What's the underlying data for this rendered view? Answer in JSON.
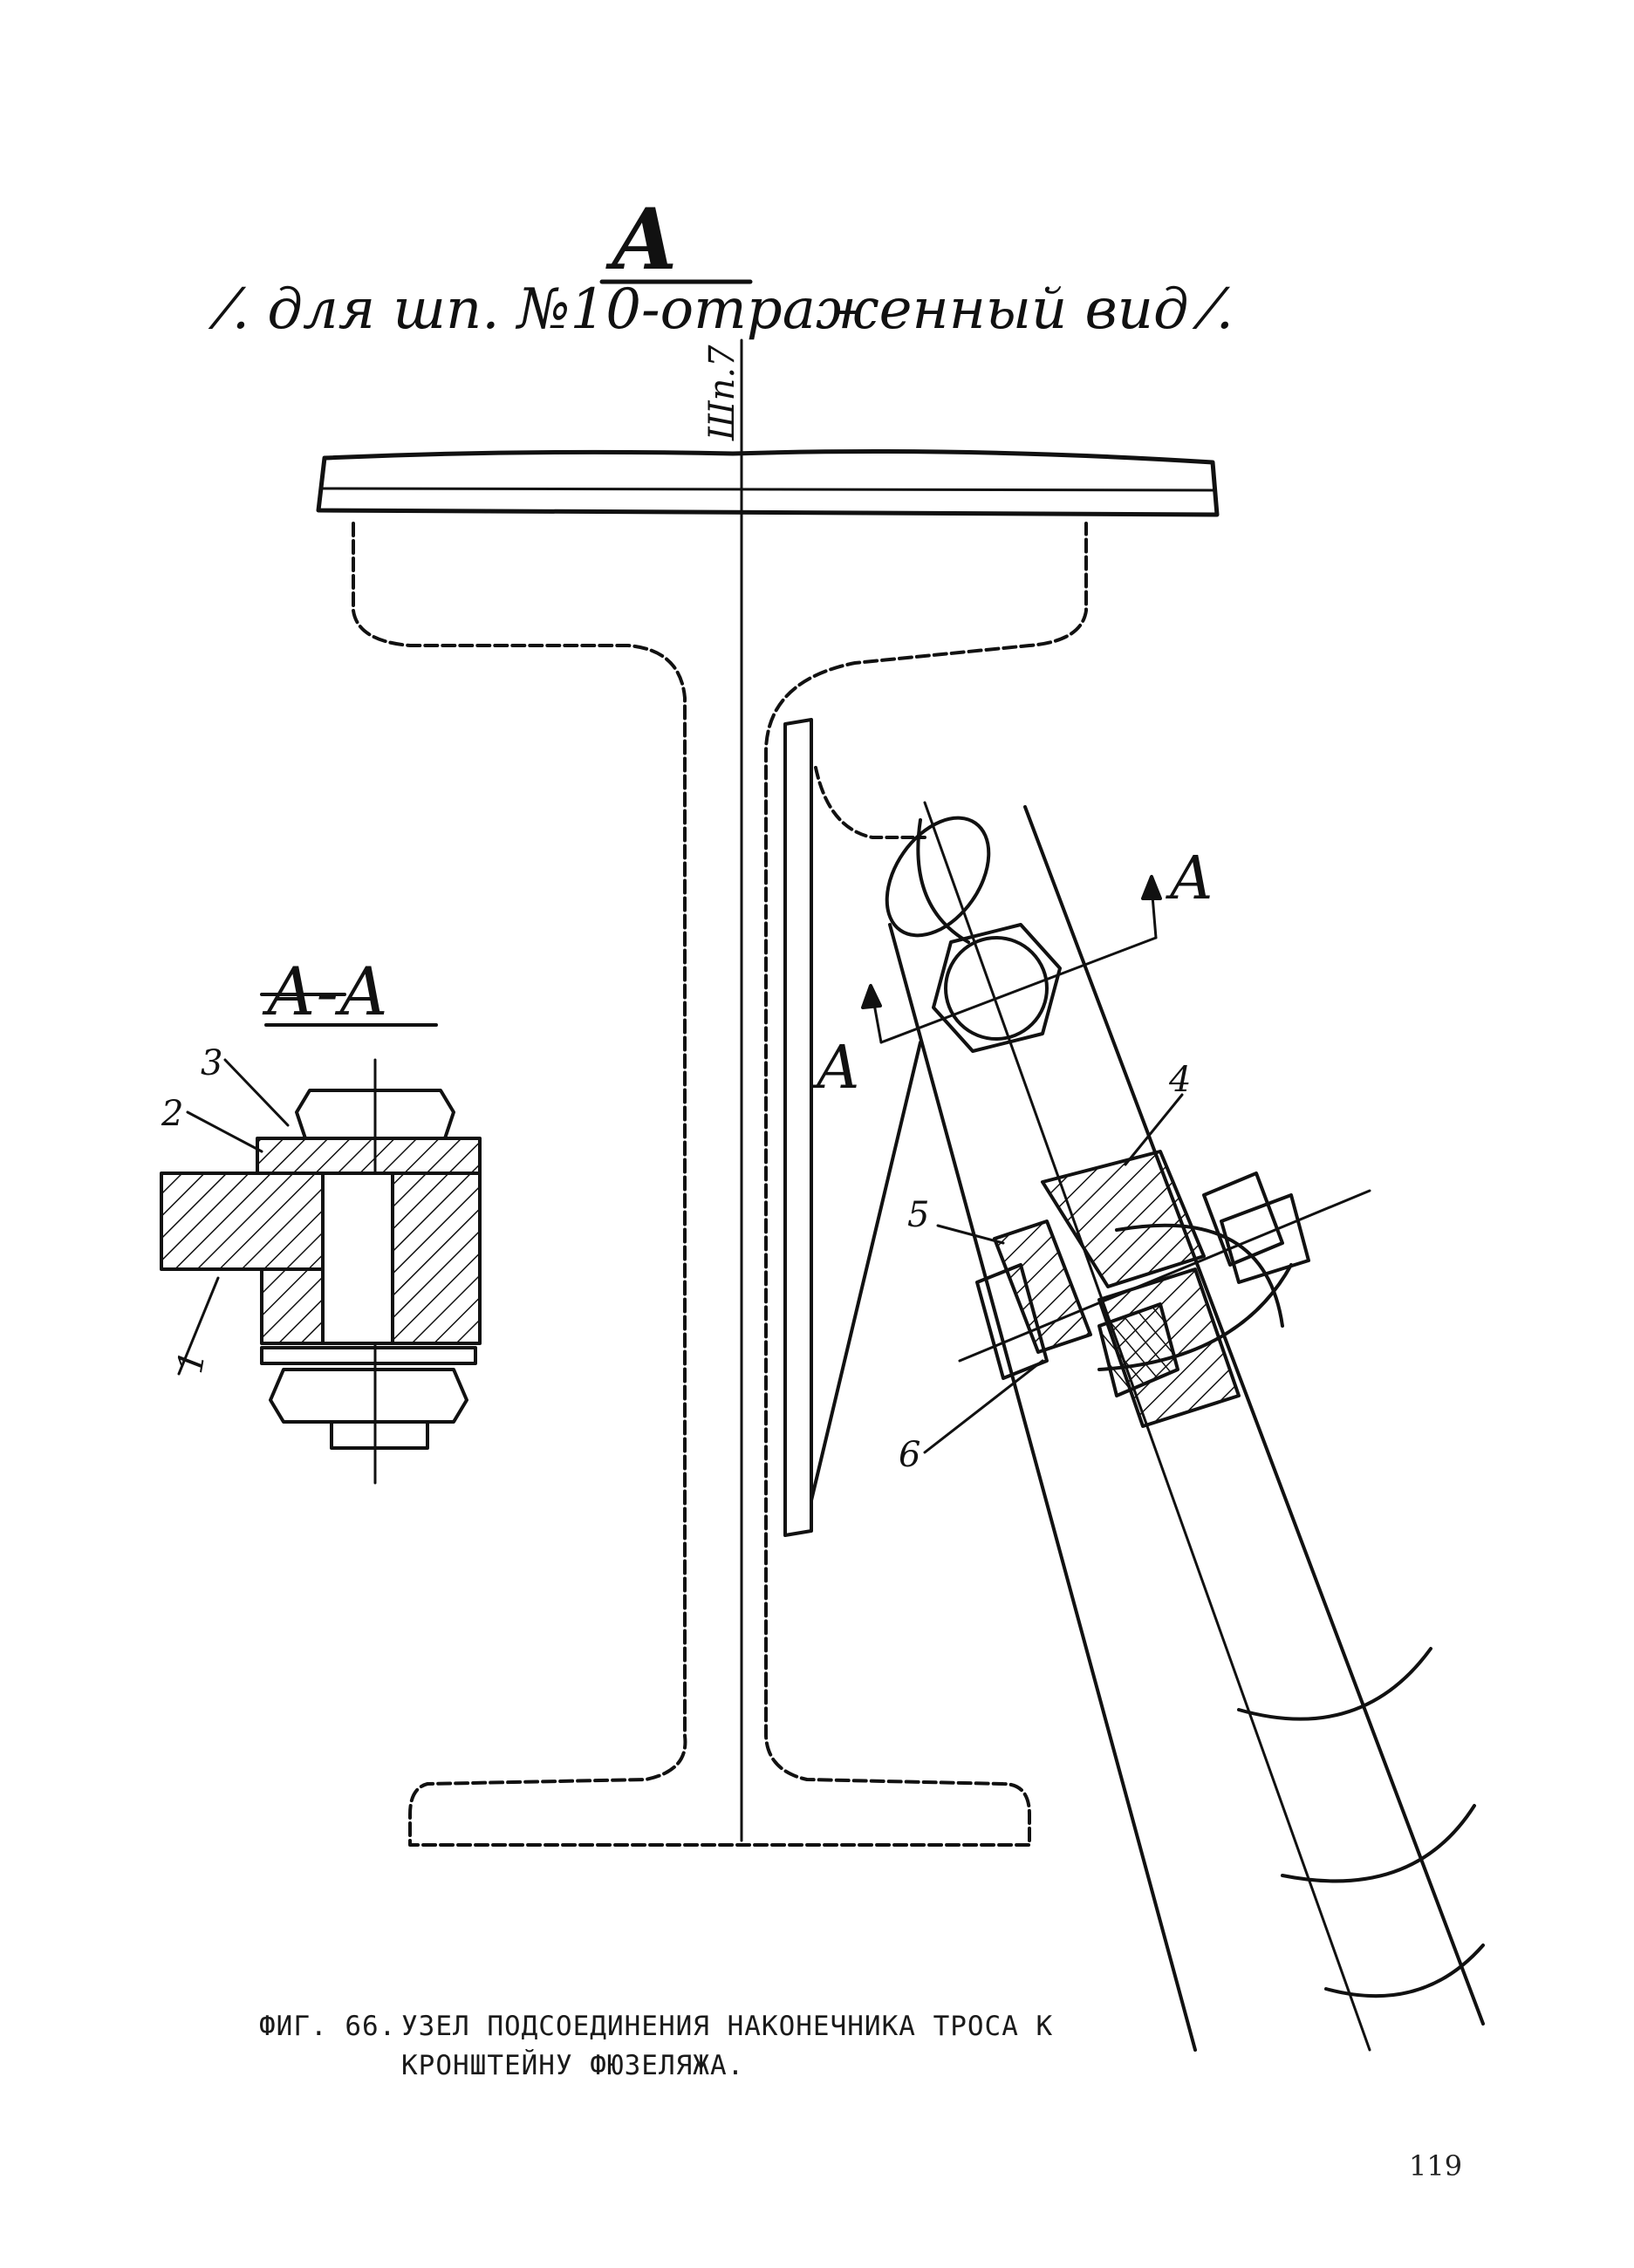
{
  "view": {
    "title": "А",
    "subtitle": "⁄. для шп. №10-отраженный вид ⁄.",
    "frame_label": "Шп.7"
  },
  "section": {
    "title": "А-А",
    "callouts": [
      "1",
      "2",
      "3"
    ]
  },
  "main_callouts": [
    "4",
    "5",
    "6"
  ],
  "cut_labels": {
    "right": "А",
    "left": "А"
  },
  "caption": {
    "figure_number": "ФИГ. 66.",
    "line1": "УЗЕЛ ПОДСОЕДИНЕНИЯ НАКОНЕЧНИКА ТРОСА К",
    "line2": "КРОНШТЕЙНУ ФЮЗЕЛЯЖА."
  },
  "page_number": "119"
}
